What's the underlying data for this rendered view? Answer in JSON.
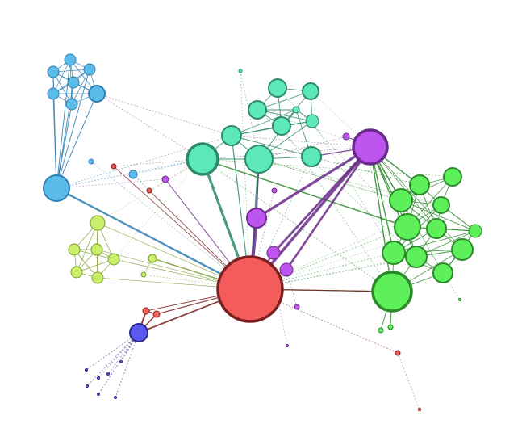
{
  "diagram": {
    "type": "network-graph",
    "background": "#ffffff",
    "clusters": [
      {
        "name": "blue",
        "fill": "#5bbcea",
        "stroke": "#2e7fb0"
      },
      {
        "name": "teal",
        "fill": "#5ce8b8",
        "stroke": "#2c8a66"
      },
      {
        "name": "purple",
        "fill": "#be55ee",
        "stroke": "#6a2a8a"
      },
      {
        "name": "green",
        "fill": "#5ef05a",
        "stroke": "#2d8a2b"
      },
      {
        "name": "lime",
        "fill": "#c8ee6a",
        "stroke": "#7e9e30"
      },
      {
        "name": "red",
        "fill": "#f45c5c",
        "stroke": "#7a2020"
      },
      {
        "name": "indigo",
        "fill": "#5a5af0",
        "stroke": "#2a2a8a"
      }
    ],
    "node_count": 70,
    "edge_style": "thin dashed colored links, thick solid links to hubs",
    "labels": []
  }
}
